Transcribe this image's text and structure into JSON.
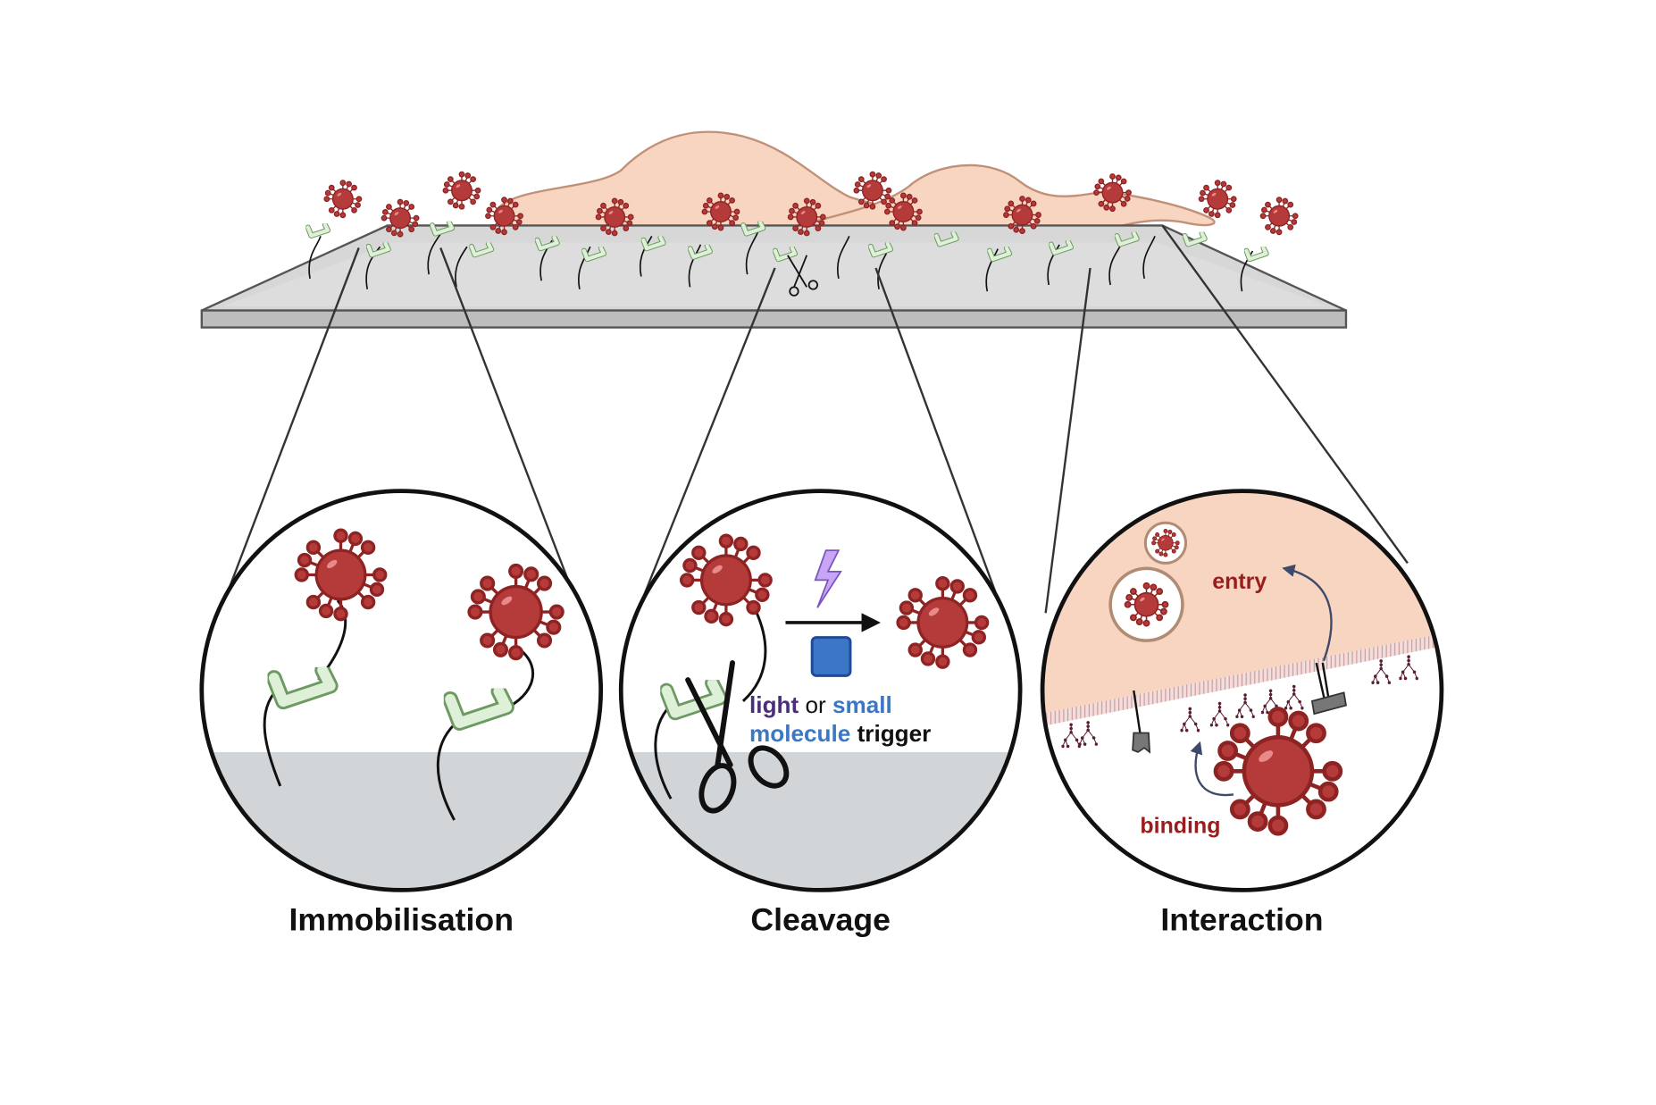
{
  "figure": {
    "description": "Schematic of virus immobilisation on a surface via cleavable linkers, triggered release, and interaction with cells",
    "colors": {
      "virus": "#b53a3a",
      "virus_dark": "#8e2323",
      "cell": "#f8d5c0",
      "cell_outline": "#c09078",
      "linker": "#dff0d8",
      "linker_outline": "#6d9a63",
      "substrate": "#d2d5d8",
      "slide": "#c4c4c4",
      "light_color": "#4a2e7a",
      "small_molecule_color": "#3a78c6",
      "molecule_square": "#3b76c8",
      "bolt": "#c9a6f5",
      "label_red": "#9b1c1c",
      "arrow_blue": "#3e4a6a",
      "text_dark": "#111111"
    }
  },
  "overview": {
    "name": "surface-slide-with-cells-and-viruses"
  },
  "panels": [
    {
      "id": "immobilisation",
      "title": "Immobilisation"
    },
    {
      "id": "cleavage",
      "title": "Cleavage",
      "trigger": {
        "word_light": "light",
        "word_or": "or",
        "word_small": "small",
        "word_molecule": "molecule",
        "word_trigger": "trigger"
      }
    },
    {
      "id": "interaction",
      "title": "Interaction",
      "label_entry": "entry",
      "label_binding": "binding"
    }
  ]
}
